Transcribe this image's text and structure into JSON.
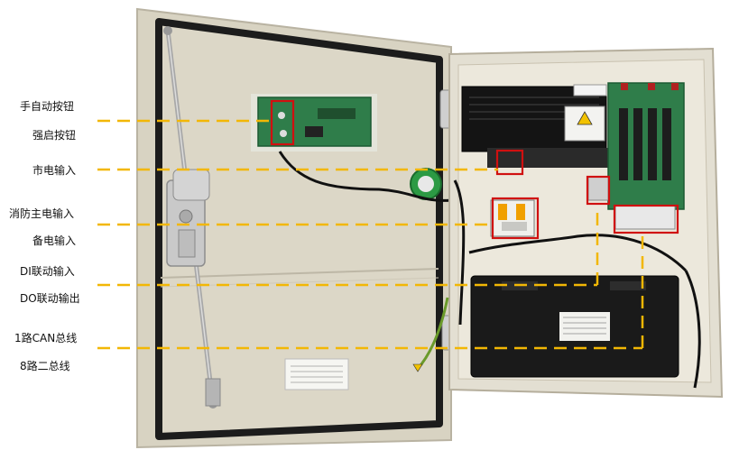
{
  "labels": {
    "manual_auto_button": "手自动按钮",
    "force_start_button": "强启按钮",
    "mains_input": "市电输入",
    "fire_main_power_input": "消防主电输入",
    "backup_power_input": "备电输入",
    "di_linkage_input": "DI联动输入",
    "do_linkage_output": "DO联动输出",
    "can_bus_1": "1路CAN总线",
    "two_bus_8": "8路二总线"
  },
  "colors": {
    "leader_line": "#f2b705",
    "highlight_box": "#d01010",
    "cabinet_body": "#e3dfd2",
    "door_panel": "#d9d4c4",
    "gasket": "#1c1c1c",
    "pcb": "#2f7d4a",
    "battery": "#1a1a1a",
    "earth_wire": "#6a9a2a"
  },
  "icons": {
    "warning": "warning-triangle-icon",
    "ground": "ground-symbol-icon"
  }
}
